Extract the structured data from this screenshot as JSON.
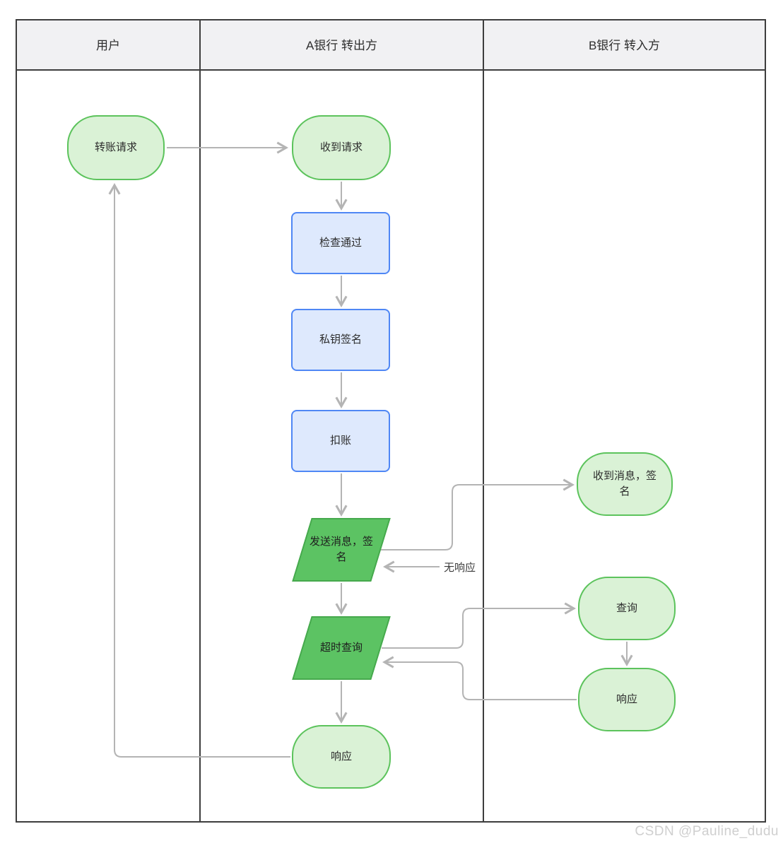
{
  "diagram": {
    "type": "swimlane-flowchart",
    "lanes": [
      {
        "id": "user",
        "title": "用户"
      },
      {
        "id": "bank-a",
        "title": "A银行 转出方"
      },
      {
        "id": "bank-b",
        "title": "B银行 转入方"
      }
    ],
    "nodes": [
      {
        "id": "transfer-request",
        "label": "转账请求",
        "shape": "stadium",
        "lane": "user"
      },
      {
        "id": "receive-request",
        "label": "收到请求",
        "shape": "stadium",
        "lane": "bank-a"
      },
      {
        "id": "check-pass",
        "label": "检查通过",
        "shape": "process",
        "lane": "bank-a"
      },
      {
        "id": "private-key-sign",
        "label": "私钥签名",
        "shape": "process",
        "lane": "bank-a"
      },
      {
        "id": "debit",
        "label": "扣账",
        "shape": "process",
        "lane": "bank-a"
      },
      {
        "id": "send-message-sign",
        "label": "发送消息，签名",
        "shape": "parallelogram",
        "lane": "bank-a"
      },
      {
        "id": "timeout-query",
        "label": "超时查询",
        "shape": "parallelogram",
        "lane": "bank-a"
      },
      {
        "id": "response-a",
        "label": "响应",
        "shape": "stadium",
        "lane": "bank-a"
      },
      {
        "id": "receive-message-sign",
        "label": "收到消息，签名",
        "shape": "stadium",
        "lane": "bank-b"
      },
      {
        "id": "query",
        "label": "查询",
        "shape": "stadium",
        "lane": "bank-b"
      },
      {
        "id": "response-b",
        "label": "响应",
        "shape": "stadium",
        "lane": "bank-b"
      }
    ],
    "edges": [
      {
        "from": "transfer-request",
        "to": "receive-request"
      },
      {
        "from": "receive-request",
        "to": "check-pass"
      },
      {
        "from": "check-pass",
        "to": "private-key-sign"
      },
      {
        "from": "private-key-sign",
        "to": "debit"
      },
      {
        "from": "debit",
        "to": "send-message-sign"
      },
      {
        "from": "send-message-sign",
        "to": "receive-message-sign"
      },
      {
        "from": "no-response-note",
        "to": "send-message-sign",
        "label": "无响应"
      },
      {
        "from": "send-message-sign",
        "to": "timeout-query"
      },
      {
        "from": "timeout-query",
        "to": "query"
      },
      {
        "from": "query",
        "to": "response-b"
      },
      {
        "from": "response-b",
        "to": "timeout-query"
      },
      {
        "from": "timeout-query",
        "to": "response-a"
      },
      {
        "from": "response-a",
        "to": "transfer-request"
      }
    ],
    "colors": {
      "frame_border": "#3d3d3d",
      "header_bg": "#f1f1f3",
      "stadium_fill": "#daf2d6",
      "stadium_border": "#5cc35c",
      "process_fill": "#dee9fd",
      "process_border": "#4f87f5",
      "parallelogram_fill": "#5cc363",
      "parallelogram_border": "#46a94d",
      "connector": "#b4b4b4"
    }
  },
  "watermark": {
    "text": "CSDN @Pauline_dudu"
  }
}
